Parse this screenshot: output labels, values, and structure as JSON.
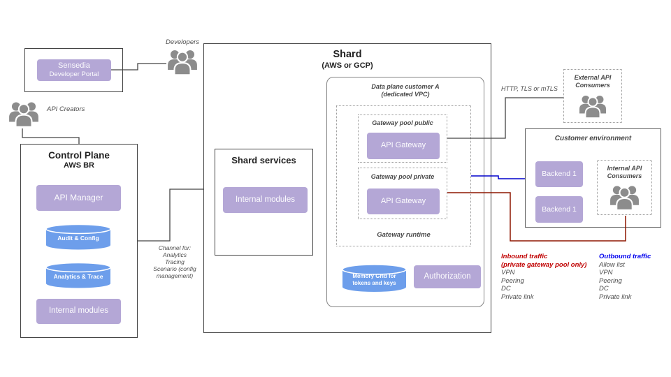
{
  "colors": {
    "purple": "#b4a7d6",
    "db_blue": "#6d9eeb",
    "icon_gray": "#8c8c8c",
    "inbound_red": "#c00000",
    "outbound_blue": "#0000ee",
    "line_red": "#8e1600",
    "line_blue": "#0000cc"
  },
  "sensedia": {
    "name": "Sensedia",
    "product": "Developer Portal"
  },
  "actors": {
    "developers": "Developers",
    "api_creators": "API Creators"
  },
  "control_plane": {
    "title": "Control Plane",
    "region": "AWS BR",
    "api_manager": "API Manager",
    "audit_db": "Audit & Config",
    "analytics_db": "Analytics & Trace",
    "internal_modules": "Internal modules"
  },
  "channel_note": {
    "lines": [
      "Channel for:",
      "Analytics",
      "Tracing",
      "Scenario (config",
      "management)"
    ]
  },
  "shard": {
    "title": "Shard",
    "subtitle": "(AWS or GCP)"
  },
  "shard_services": {
    "title": "Shard services",
    "internal_modules": "Internal modules"
  },
  "data_plane": {
    "title": "Data plane customer A",
    "subtitle": "(dedicated VPC)",
    "runtime_label": "Gateway runtime",
    "pool_public_label": "Gateway pool public",
    "pool_public_gateway": "API Gateway",
    "pool_private_label": "Gateway pool private",
    "pool_private_gateway": "API Gateway",
    "memory_grid": [
      "Memory Grid for",
      "tokens and keys"
    ],
    "authorization": "Authorization"
  },
  "external_consumers": {
    "lines": [
      "External API",
      "Consumers"
    ]
  },
  "connections": {
    "http_label": "HTTP, TLS or mTLS"
  },
  "customer_env": {
    "title": "Customer environment",
    "backends": [
      "Backend 1",
      "Backend 1"
    ],
    "internal_consumers": [
      "Internal API",
      "Consumers"
    ]
  },
  "inbound": {
    "title": "Inbound traffic",
    "subtitle": "(private gateway pool only)",
    "items": [
      "VPN",
      "Peering",
      "DC",
      "Private link"
    ]
  },
  "outbound": {
    "title": "Outbound traffic",
    "items": [
      "Allow list",
      "VPN",
      "Peering",
      "DC",
      "Private link"
    ]
  }
}
